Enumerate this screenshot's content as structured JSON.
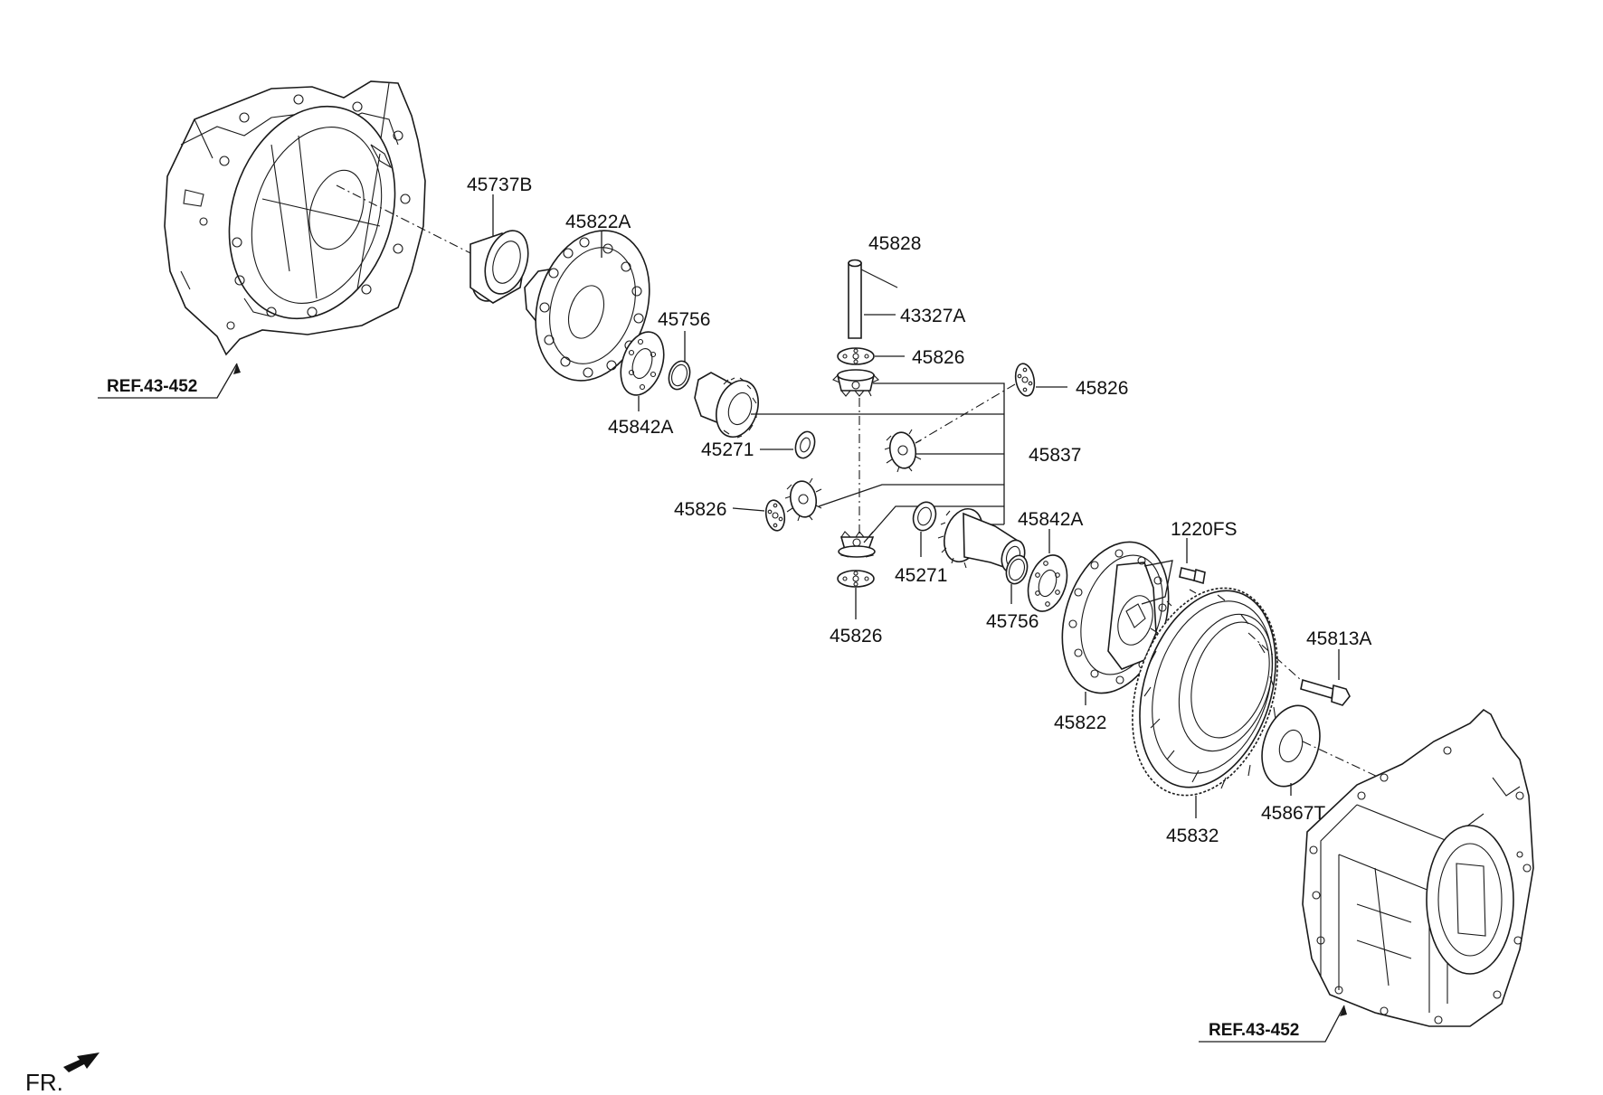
{
  "diagram": {
    "labels": {
      "p45737B": "45737B",
      "p45822A": "45822A",
      "p45828": "45828",
      "p43327A": "43327A",
      "p45756_top": "45756",
      "p45826_top": "45826",
      "p45826_right": "45826",
      "p45842A_left": "45842A",
      "p45271_upper": "45271",
      "p45837": "45837",
      "p45826_left": "45826",
      "p45842A_right": "45842A",
      "p1220FS": "1220FS",
      "p45271_lower": "45271",
      "p45756_lower": "45756",
      "p45826_bottom": "45826",
      "p45813A": "45813A",
      "p45822": "45822",
      "p45832": "45832",
      "p45867T": "45867T"
    },
    "ref_top": "REF.43-452",
    "ref_bottom": "REF.43-452",
    "front_label": "FR."
  }
}
